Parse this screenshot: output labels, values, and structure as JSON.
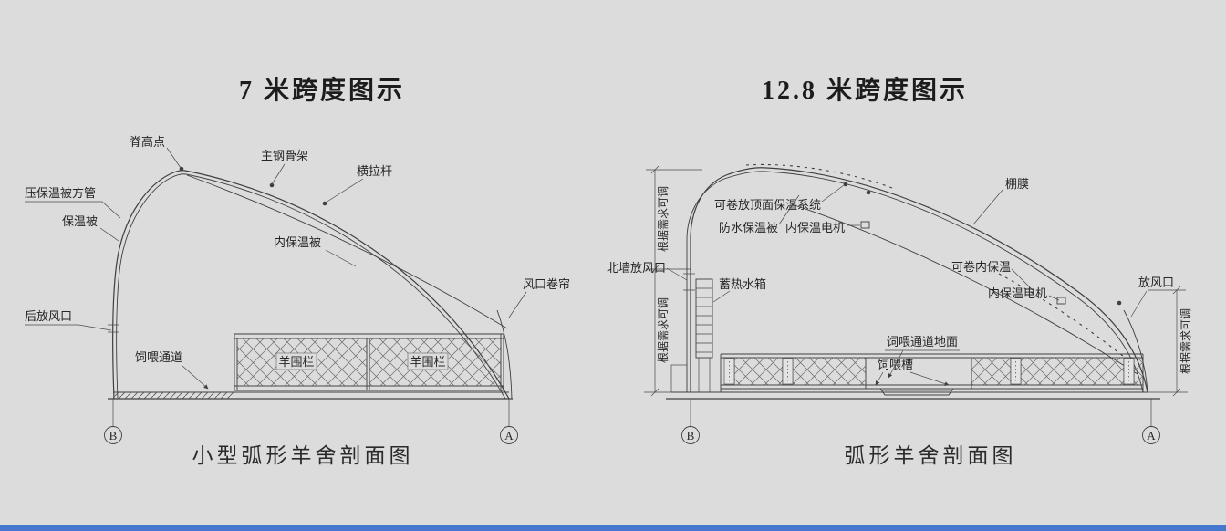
{
  "page": {
    "background": "#dcdcdc",
    "line_color": "#3f3f3f",
    "bottom_bar_color": "#4678cf"
  },
  "left_diagram": {
    "title": "7 米跨度图示",
    "caption": "小型弧形羊舍剖面图",
    "axis_left": "B",
    "axis_right": "A",
    "labels": {
      "ridge_point": "脊高点",
      "main_steel_frame": "主钢骨架",
      "horizontal_tie_rod": "横拉杆",
      "insulation_press_tube": "压保温被方管",
      "insulation_quilt": "保温被",
      "inner_insulation_quilt": "内保温被",
      "vent_roller_curtain": "风口卷帘",
      "rear_vent": "后放风口",
      "feeding_channel": "饲喂通道",
      "sheep_pen_left": "羊围栏",
      "sheep_pen_right": "羊围栏"
    }
  },
  "right_diagram": {
    "title": "12.8 米跨度图示",
    "caption": "弧形羊舍剖面图",
    "axis_left": "B",
    "axis_right": "A",
    "labels": {
      "rollable_roof_insulation_system": "可卷放顶面保温系统",
      "waterproof_insulation_quilt": "防水保温被",
      "inner_insulation_motor_top": "内保温电机",
      "greenhouse_film": "棚膜",
      "north_wall_vent": "北墙放风口",
      "heat_storage_water_tank": "蓄热水箱",
      "rollable_inner_insulation": "可卷内保温",
      "inner_insulation_motor_side": "内保温电机",
      "vent": "放风口",
      "feeding_channel_ground": "饲喂通道地面",
      "feeding_trough": "饲喂槽",
      "adjustable_dim_left_upper": "根据需求可调",
      "adjustable_dim_left_lower": "根据需求可调",
      "adjustable_dim_right": "根据需求可调"
    }
  }
}
